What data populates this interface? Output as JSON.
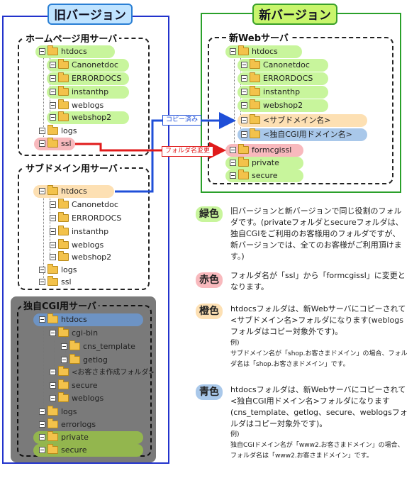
{
  "old_version": {
    "label": "旧バージョン",
    "homepage": {
      "title": "ホームページ用サーバ",
      "items": [
        "htdocs",
        "Canonetdoc",
        "ERRORDOCS",
        "instanthp",
        "weblogs",
        "webshop2",
        "logs",
        "ssl"
      ]
    },
    "subdomain": {
      "title": "サブドメイン用サーバ",
      "items": [
        "htdocs",
        "Canonetdoc",
        "ERRORDOCS",
        "instanthp",
        "weblogs",
        "webshop2",
        "logs",
        "ssl"
      ]
    },
    "cgi": {
      "title": "独自CGI用サーバ",
      "items": [
        "htdocs",
        "cgi-bin",
        "cns_template",
        "getlog",
        "<お客さま作成フォルダ>",
        "secure",
        "weblogs",
        "logs",
        "errorlogs",
        "private",
        "secure"
      ]
    }
  },
  "new_version": {
    "label": "新バージョン",
    "title": "新Webサーバ",
    "items": [
      "htdocs",
      "Canonetdoc",
      "ERRORDOCS",
      "instanthp",
      "webshop2",
      "<サブドメイン名>",
      "<独自CGI用ドメイン名>",
      "formcgissl",
      "private",
      "secure"
    ]
  },
  "arrows": {
    "copy": "コピー済み",
    "rename": "フォルダ名変更"
  },
  "legend": [
    {
      "chip": "緑色",
      "color": "#c8f59c",
      "text": "旧バージョンと新バージョンで同じ役割のフォルダです。(privateフォルダとsecureフォルダは、独自CGIをご利用のお客様用のフォルダですが、新バージョンでは、全てのお客様がご利用頂けます。)"
    },
    {
      "chip": "赤色",
      "color": "#f8b9bd",
      "text": "フォルダ名が「ssl」から「formcgissl」に変更となります。"
    },
    {
      "chip": "橙色",
      "color": "#fde0b3",
      "text": "htdocsフォルダは、新Webサーバにコピーされて<サブドメイン名>フォルダになります(weblogsフォルダはコピー対象外です)。",
      "example_label": "例)",
      "example": "サブドメイン名が「shop.お客さまドメイン」の場合、フォルダ名は「shop.お客さまドメイン」です。"
    },
    {
      "chip": "青色",
      "color": "#a9c8ea",
      "text": "htdocsフォルダは、新Webサーバにコピーされて<独自CGI用ドメイン名>フォルダになります(cns_template、getlog、secure、weblogsフォルダはコピー対象外です)。",
      "example_label": "例)",
      "example": "独自CGIドメイン名が「www2.お客さまドメイン」の場合、フォルダ名は「www2.お客さまドメイン」です。"
    }
  ]
}
